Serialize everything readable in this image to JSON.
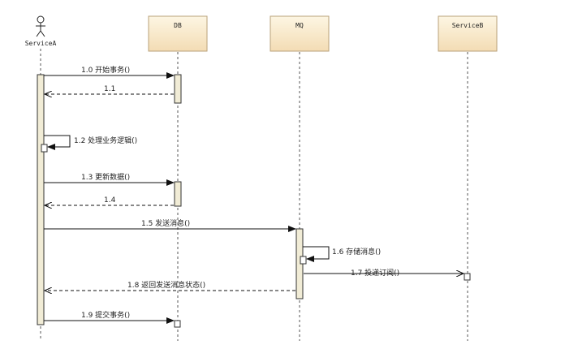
{
  "participants": [
    {
      "id": "serviceA",
      "name": "ServiceA",
      "kind": "actor"
    },
    {
      "id": "db",
      "name": "DB",
      "kind": "box"
    },
    {
      "id": "mq",
      "name": "MQ",
      "kind": "box"
    },
    {
      "id": "serviceB",
      "name": "ServiceB",
      "kind": "box"
    }
  ],
  "messages": [
    {
      "label": "1.0 开始事务()",
      "from": "serviceA",
      "to": "db",
      "kind": "sync"
    },
    {
      "label": "1.1",
      "from": "db",
      "to": "serviceA",
      "kind": "return"
    },
    {
      "label": "1.2 处理业务逻辑()",
      "from": "serviceA",
      "to": "serviceA",
      "kind": "self"
    },
    {
      "label": "1.3 更新数据()",
      "from": "serviceA",
      "to": "db",
      "kind": "sync"
    },
    {
      "label": "1.4",
      "from": "db",
      "to": "serviceA",
      "kind": "return"
    },
    {
      "label": "1.5 发送消息()",
      "from": "serviceA",
      "to": "mq",
      "kind": "sync"
    },
    {
      "label": "1.6 存储消息()",
      "from": "mq",
      "to": "mq",
      "kind": "self"
    },
    {
      "label": "1.7 投递订阅()",
      "from": "mq",
      "to": "serviceB",
      "kind": "async"
    },
    {
      "label": "1.8 返回发送消息状态()",
      "from": "mq",
      "to": "serviceA",
      "kind": "return"
    },
    {
      "label": "1.9 提交事务()",
      "from": "serviceA",
      "to": "db",
      "kind": "sync"
    }
  ],
  "colors": {
    "participant_fill_top": "#fdf6e3",
    "participant_fill_bottom": "#f3dcb4",
    "participant_border": "#b9a27a",
    "activation_fill": "#f1ecd6",
    "line": "#222222",
    "lifeline": "#555555"
  }
}
